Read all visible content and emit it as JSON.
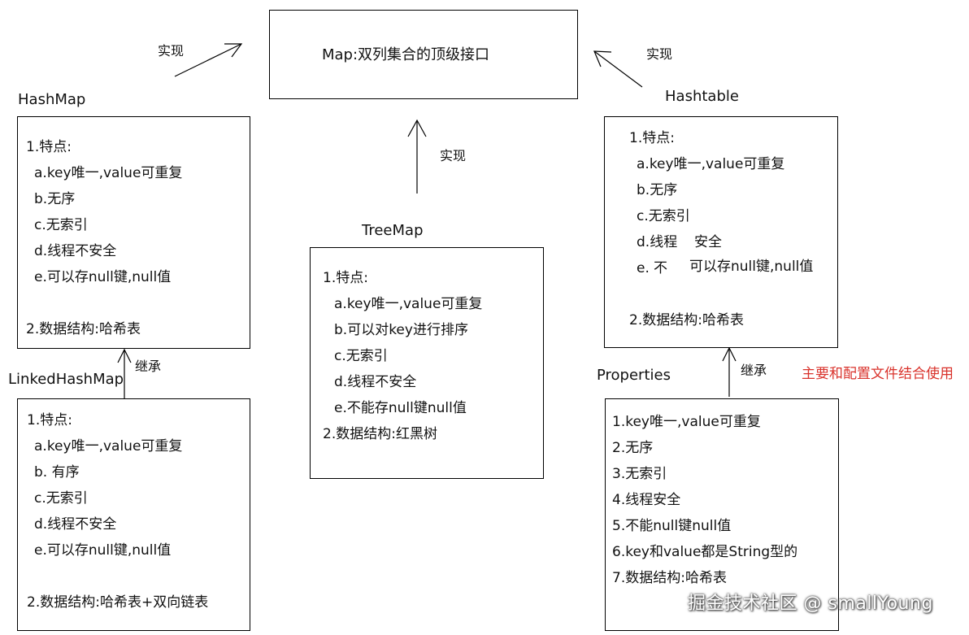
{
  "map_interface": {
    "label": "Map:双列集合的顶级接口"
  },
  "edges": {
    "hashmap_impl": "实现",
    "treemap_impl": "实现",
    "hashtable_impl": "实现",
    "linked_inherit": "继承",
    "properties_inherit": "继承"
  },
  "hashmap": {
    "title": "HashMap",
    "lines": [
      "1.特点:",
      "a.key唯一,value可重复",
      "b.无序",
      "c.无索引",
      "d.线程不安全",
      "e.可以存null键,null值",
      "2.数据结构:哈希表"
    ]
  },
  "treemap": {
    "title": "TreeMap",
    "lines": [
      "1.特点:",
      "a.key唯一,value可重复",
      "b.可以对key进行排序",
      "c.无索引",
      "d.线程不安全",
      "e.不能存null键null值",
      "2.数据结构:红黑树"
    ]
  },
  "hashtable": {
    "title": "Hashtable",
    "lines": [
      "1.特点:",
      "a.key唯一,value可重复",
      "b.无序",
      "c.无索引",
      "d.线程",
      "安全",
      "e.",
      "不",
      "可以存null键,null值",
      "2.数据结构:哈希表"
    ]
  },
  "linkedhashmap": {
    "title": "LinkedHashMap",
    "lines": [
      "1.特点:",
      "a.key唯一,value可重复",
      "b. 有序",
      "c.无索引",
      "d.线程不安全",
      "e.可以存null键,null值",
      "2.数据结构:哈希表+双向链表"
    ]
  },
  "properties": {
    "title": "Properties",
    "note": "主要和配置文件结合使用",
    "lines": [
      "1.key唯一,value可重复",
      "2.无序",
      "3.无索引",
      "4.线程安全",
      "5.不能null键null值",
      "6.key和value都是String型的",
      "7.数据结构:哈希表"
    ]
  },
  "watermark": "掘金技术社区 @ smallYoung",
  "colors": {
    "note": "#d9322b",
    "stroke": "#000000"
  }
}
